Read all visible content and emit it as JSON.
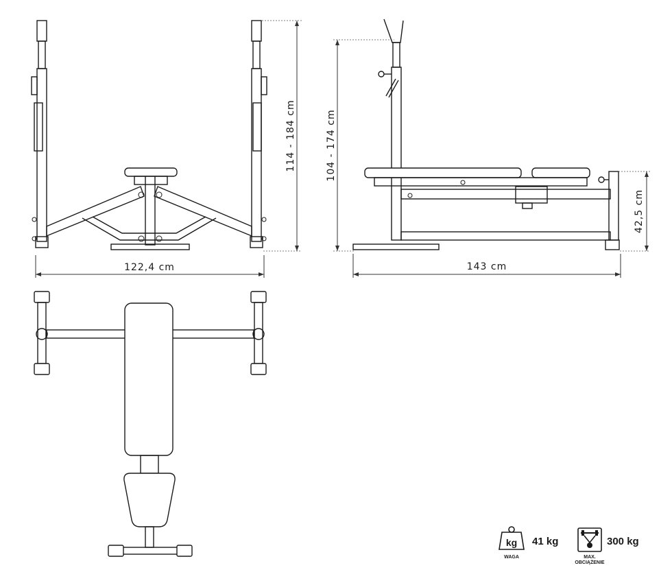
{
  "dimensions": {
    "front_width": "122,4 cm",
    "front_height": "114 - 184 cm",
    "side_length": "143 cm",
    "side_height": "104 - 174 cm",
    "seat_height": "42,5 cm"
  },
  "specs": {
    "weight": {
      "icon_text": "kg",
      "label": "WAGA",
      "value": "41 kg"
    },
    "max_load": {
      "label_line1": "MAX.",
      "label_line2": "OBCIĄŻENIE",
      "value": "300 kg"
    }
  }
}
